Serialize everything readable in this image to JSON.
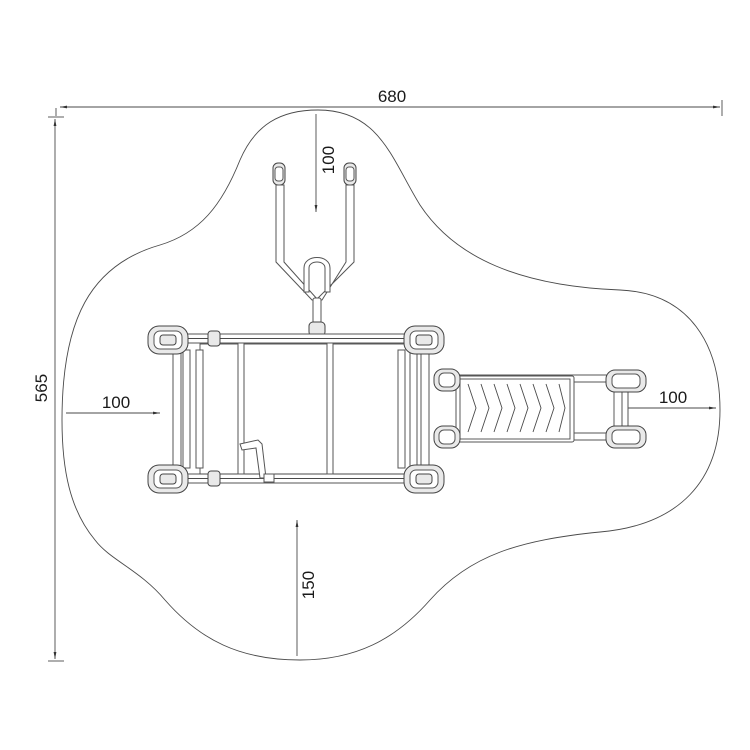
{
  "dimensions": {
    "overall_width": "680",
    "overall_height": "565",
    "clearance_top": "100",
    "clearance_left": "100",
    "clearance_right": "100",
    "clearance_bottom": "150"
  },
  "colors": {
    "line": "#4a4a4a",
    "text": "#1a1a1a",
    "background": "#ffffff"
  }
}
